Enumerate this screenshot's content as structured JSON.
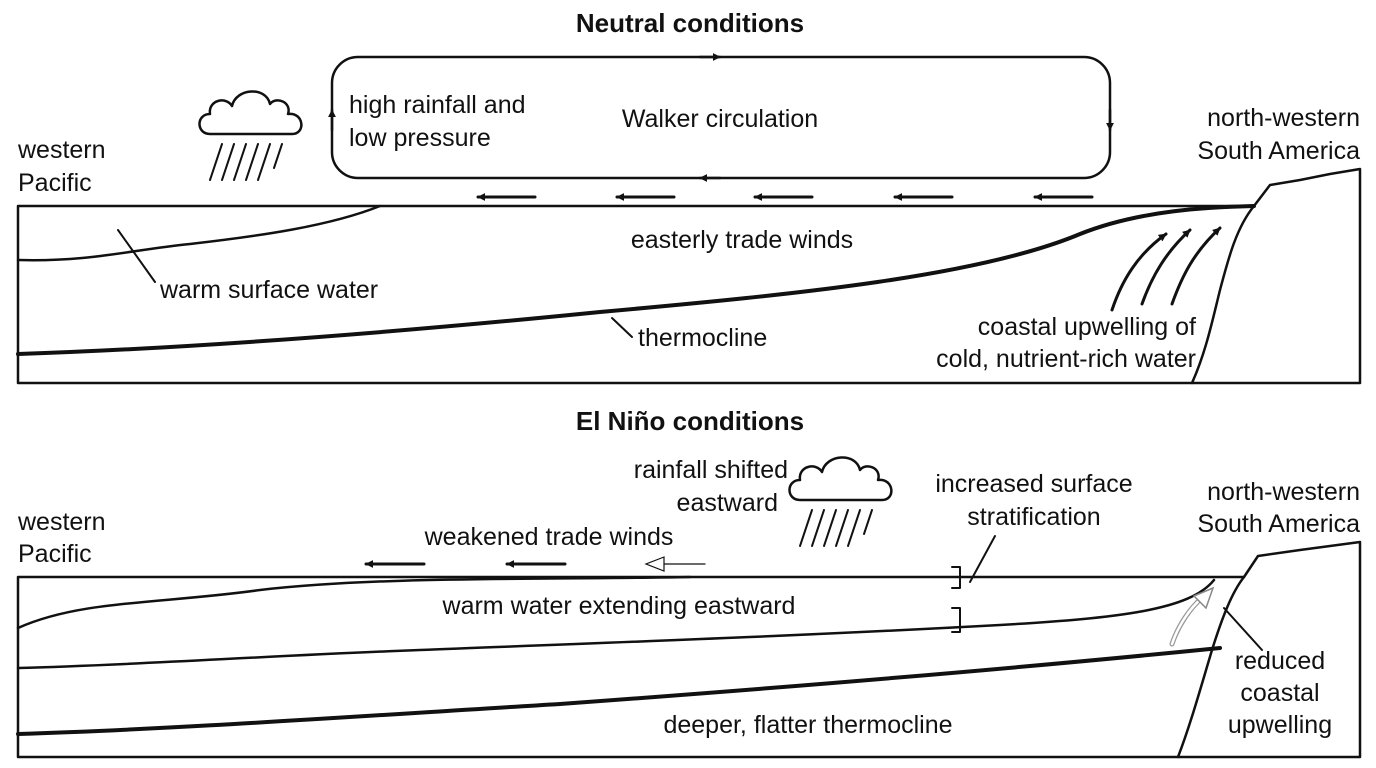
{
  "neutral": {
    "title": "Neutral conditions",
    "walker_label": "Walker circulation",
    "rainfall_line1": "high rainfall and",
    "rainfall_line2": "low pressure",
    "west_line1": "western",
    "west_line2": "Pacific",
    "east_line1": "north-western",
    "east_line2": "South America",
    "trade_winds": "easterly trade winds",
    "warm_water": "warm surface water",
    "thermocline": "thermocline",
    "upwelling_line1": "coastal upwelling of",
    "upwelling_line2": "cold, nutrient-rich water",
    "cloud_icon": "rain-cloud-icon"
  },
  "el_nino": {
    "title": "El Niño conditions",
    "rainfall_line1": "rainfall shifted",
    "rainfall_line2": "eastward",
    "stratification_line1": "increased surface",
    "stratification_line2": "stratification",
    "west_line1": "western",
    "west_line2": "Pacific",
    "east_line1": "north-western",
    "east_line2": "South America",
    "trade_winds": "weakened trade winds",
    "warm_water": "warm water extending eastward",
    "thermocline": "deeper, flatter thermocline",
    "upwelling_line1": "reduced",
    "upwelling_line2": "coastal",
    "upwelling_line3": "upwelling",
    "cloud_icon": "rain-cloud-icon"
  }
}
